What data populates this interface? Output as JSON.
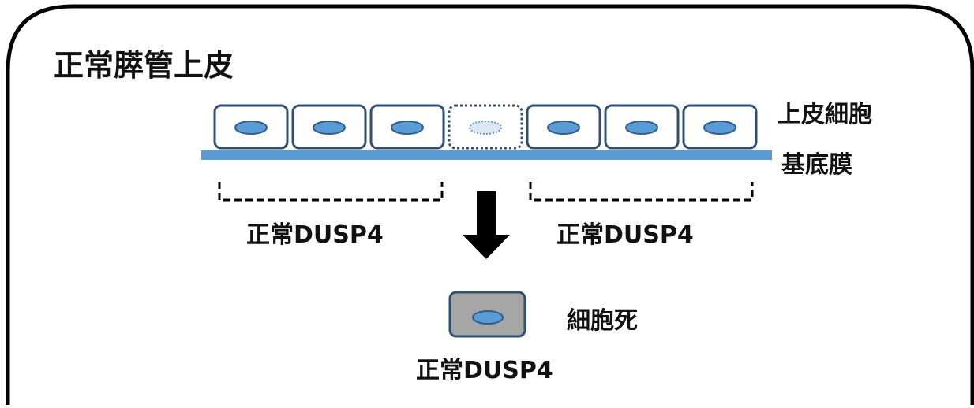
{
  "title": "正常膵管上皮",
  "labels": {
    "epithelial_cell": "上皮細胞",
    "basement_membrane": "基底膜",
    "left_group": "正常DUSP4",
    "right_group": "正常DUSP4",
    "cell_death": "細胞死",
    "bottom_group": "正常DUSP4"
  },
  "cells": [
    {
      "state": "normal"
    },
    {
      "state": "normal"
    },
    {
      "state": "normal"
    },
    {
      "state": "removed"
    },
    {
      "state": "normal"
    },
    {
      "state": "normal"
    },
    {
      "state": "normal"
    }
  ],
  "colors": {
    "frame": "#000000",
    "cell_border": "#2f4f73",
    "cell_fill": "#ffffff",
    "nucleus_fill": "#5b9bd5",
    "nucleus_stroke": "#2e5f8e",
    "membrane": "#5b9bd5",
    "dead_cell_fill": "#a6a6a6",
    "arrow": "#000000"
  },
  "icons": {
    "arrow": "down-arrow-icon"
  }
}
